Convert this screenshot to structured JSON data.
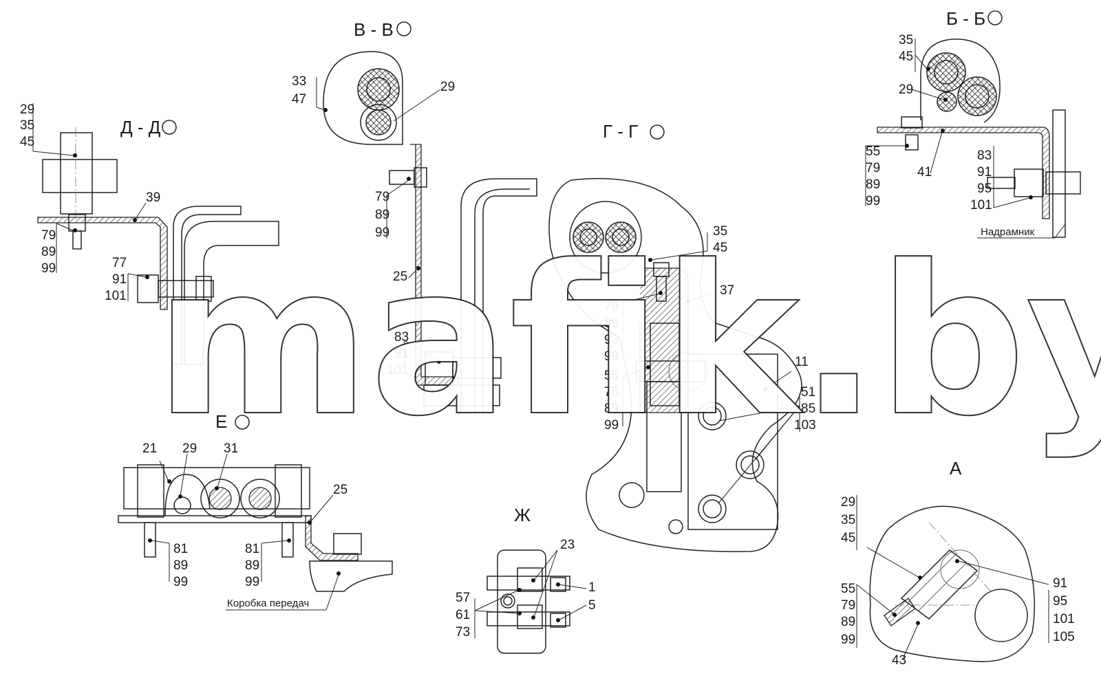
{
  "watermark": "mafik.by",
  "views": {
    "dd": {
      "title": "Д - Д",
      "labels": [
        "29",
        "35",
        "45",
        "39",
        "79",
        "89",
        "99",
        "77",
        "91",
        "101"
      ]
    },
    "vv": {
      "title": "В - В",
      "labels": [
        "33",
        "47",
        "29",
        "79",
        "89",
        "99",
        "25",
        "83",
        "91",
        "101"
      ]
    },
    "gg": {
      "title": "Г - Г",
      "labels": [
        "35",
        "45",
        "37",
        "79",
        "89",
        "93",
        "99",
        "55",
        "75",
        "89",
        "99",
        "11",
        "51",
        "85",
        "103"
      ]
    },
    "bb": {
      "title": "Б - Б",
      "labels": [
        "35",
        "45",
        "29",
        "55",
        "79",
        "89",
        "99",
        "41",
        "83",
        "91",
        "95",
        "101"
      ],
      "note": "Надрамник"
    },
    "e": {
      "title": "Е",
      "labels": [
        "21",
        "29",
        "31",
        "25",
        "81",
        "89",
        "99",
        "81",
        "89",
        "99"
      ],
      "note": "Коробка передач"
    },
    "zh": {
      "title": "Ж",
      "labels": [
        "23",
        "1",
        "5",
        "57",
        "61",
        "73"
      ]
    },
    "a": {
      "title": "А",
      "labels": [
        "29",
        "35",
        "45",
        "55",
        "79",
        "89",
        "99",
        "43",
        "91",
        "95",
        "101",
        "105"
      ]
    }
  }
}
